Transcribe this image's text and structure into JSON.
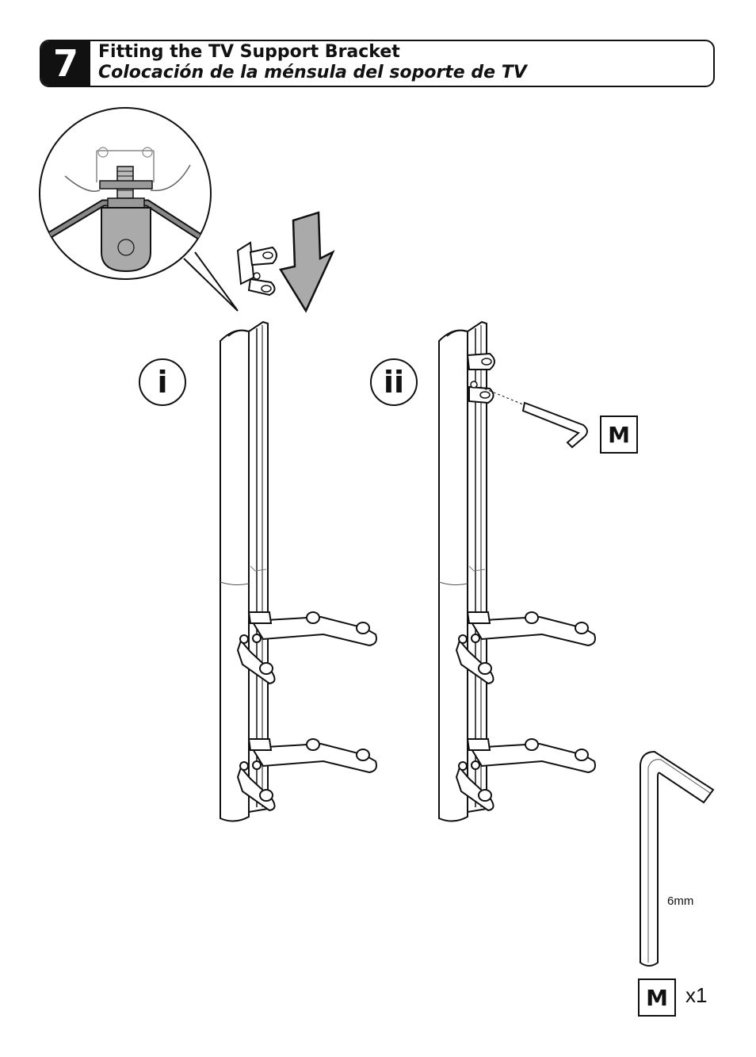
{
  "header": {
    "step_number": "7",
    "title": "Fitting the TV Support Bracket",
    "subtitle": "Colocación de la ménsula del soporte de TV"
  },
  "steps": {
    "first": "i",
    "second": "ii"
  },
  "parts": {
    "tool_code": "M",
    "tool_size": "6mm",
    "tool_quantity": "x1"
  },
  "icons": [
    "down-arrow-icon",
    "allen-key-icon",
    "bracket-icon"
  ]
}
